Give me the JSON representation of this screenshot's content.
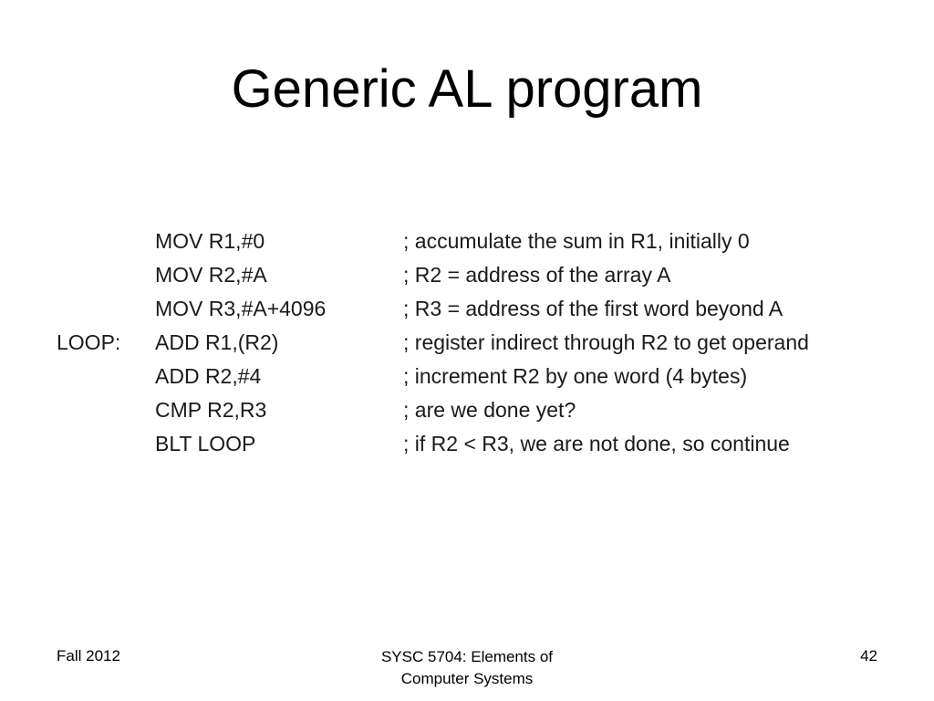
{
  "slide": {
    "title": "Generic AL program"
  },
  "code": [
    {
      "label": "",
      "instruction": "MOV R1,#0",
      "comment": "; accumulate the sum in R1, initially 0"
    },
    {
      "label": "",
      "instruction": "MOV R2,#A",
      "comment": "; R2 = address of the array A"
    },
    {
      "label": "",
      "instruction": "MOV R3,#A+4096",
      "comment": "; R3 = address of the first word beyond A"
    },
    {
      "label": "LOOP:",
      "instruction": "ADD R1,(R2)",
      "comment": "; register indirect through R2 to get operand"
    },
    {
      "label": "",
      "instruction": "ADD R2,#4",
      "comment": "; increment R2 by one word (4 bytes)"
    },
    {
      "label": "",
      "instruction": "CMP R2,R3",
      "comment": "; are we done yet?"
    },
    {
      "label": "",
      "instruction": "BLT LOOP",
      "comment": "; if R2 < R3, we are not done, so continue"
    }
  ],
  "footer": {
    "left": "Fall 2012",
    "center_line1": "SYSC 5704: Elements of",
    "center_line2": "Computer Systems",
    "page_number": "42"
  }
}
